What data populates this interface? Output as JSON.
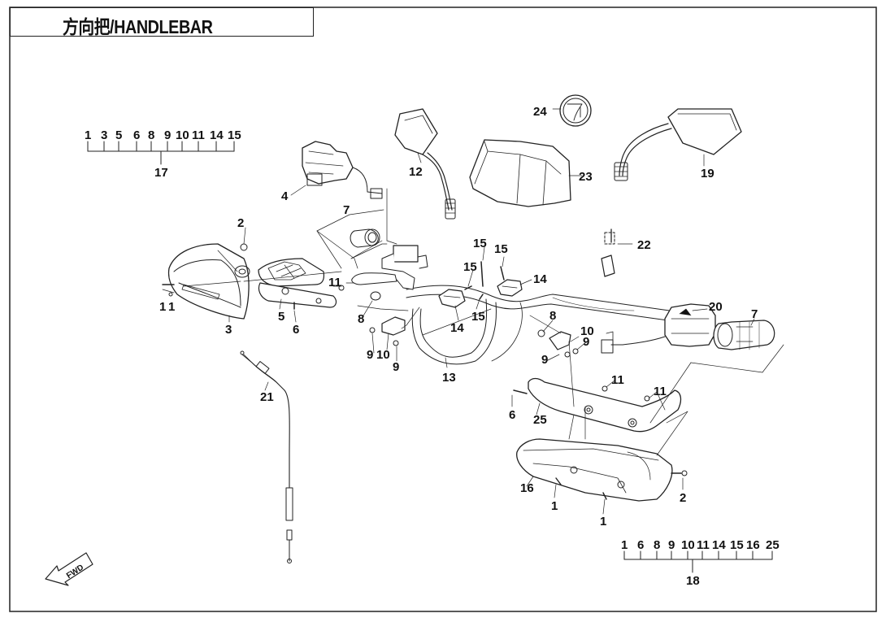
{
  "title": "方向把/HANDLEBAR",
  "direction_label": "FWD",
  "group_17": {
    "parts": [
      "1",
      "3",
      "5",
      "6",
      "8",
      "9",
      "10",
      "11",
      "14",
      "15"
    ],
    "label": "17"
  },
  "group_18": {
    "parts": [
      "1",
      "6",
      "8",
      "9",
      "10",
      "11",
      "14",
      "15",
      "16",
      "25"
    ],
    "label": "18"
  },
  "callouts": [
    {
      "id": "c1a",
      "text": "1"
    },
    {
      "id": "c1b",
      "text": "1"
    },
    {
      "id": "c1c",
      "text": "1"
    },
    {
      "id": "c1d",
      "text": "1"
    },
    {
      "id": "c2a",
      "text": "2"
    },
    {
      "id": "c2b",
      "text": "2"
    },
    {
      "id": "c3",
      "text": "3"
    },
    {
      "id": "c4",
      "text": "4"
    },
    {
      "id": "c5",
      "text": "5"
    },
    {
      "id": "c6a",
      "text": "6"
    },
    {
      "id": "c6b",
      "text": "6"
    },
    {
      "id": "c7a",
      "text": "7"
    },
    {
      "id": "c7b",
      "text": "7"
    },
    {
      "id": "c8a",
      "text": "8"
    },
    {
      "id": "c8b",
      "text": "8"
    },
    {
      "id": "c9a",
      "text": "9"
    },
    {
      "id": "c9b",
      "text": "9"
    },
    {
      "id": "c9c",
      "text": "9"
    },
    {
      "id": "c9d",
      "text": "9"
    },
    {
      "id": "c10a",
      "text": "10"
    },
    {
      "id": "c10b",
      "text": "10"
    },
    {
      "id": "c11a",
      "text": "11"
    },
    {
      "id": "c11b",
      "text": "11"
    },
    {
      "id": "c11c",
      "text": "11"
    },
    {
      "id": "c12",
      "text": "12"
    },
    {
      "id": "c13",
      "text": "13"
    },
    {
      "id": "c14a",
      "text": "14"
    },
    {
      "id": "c14b",
      "text": "14"
    },
    {
      "id": "c15a",
      "text": "15"
    },
    {
      "id": "c15b",
      "text": "15"
    },
    {
      "id": "c15c",
      "text": "15"
    },
    {
      "id": "c15d",
      "text": "15"
    },
    {
      "id": "c16",
      "text": "16"
    },
    {
      "id": "c19",
      "text": "19"
    },
    {
      "id": "c20",
      "text": "20"
    },
    {
      "id": "c21",
      "text": "21"
    },
    {
      "id": "c22",
      "text": "22"
    },
    {
      "id": "c23",
      "text": "23"
    },
    {
      "id": "c24",
      "text": "24"
    },
    {
      "id": "c25",
      "text": "25"
    }
  ]
}
